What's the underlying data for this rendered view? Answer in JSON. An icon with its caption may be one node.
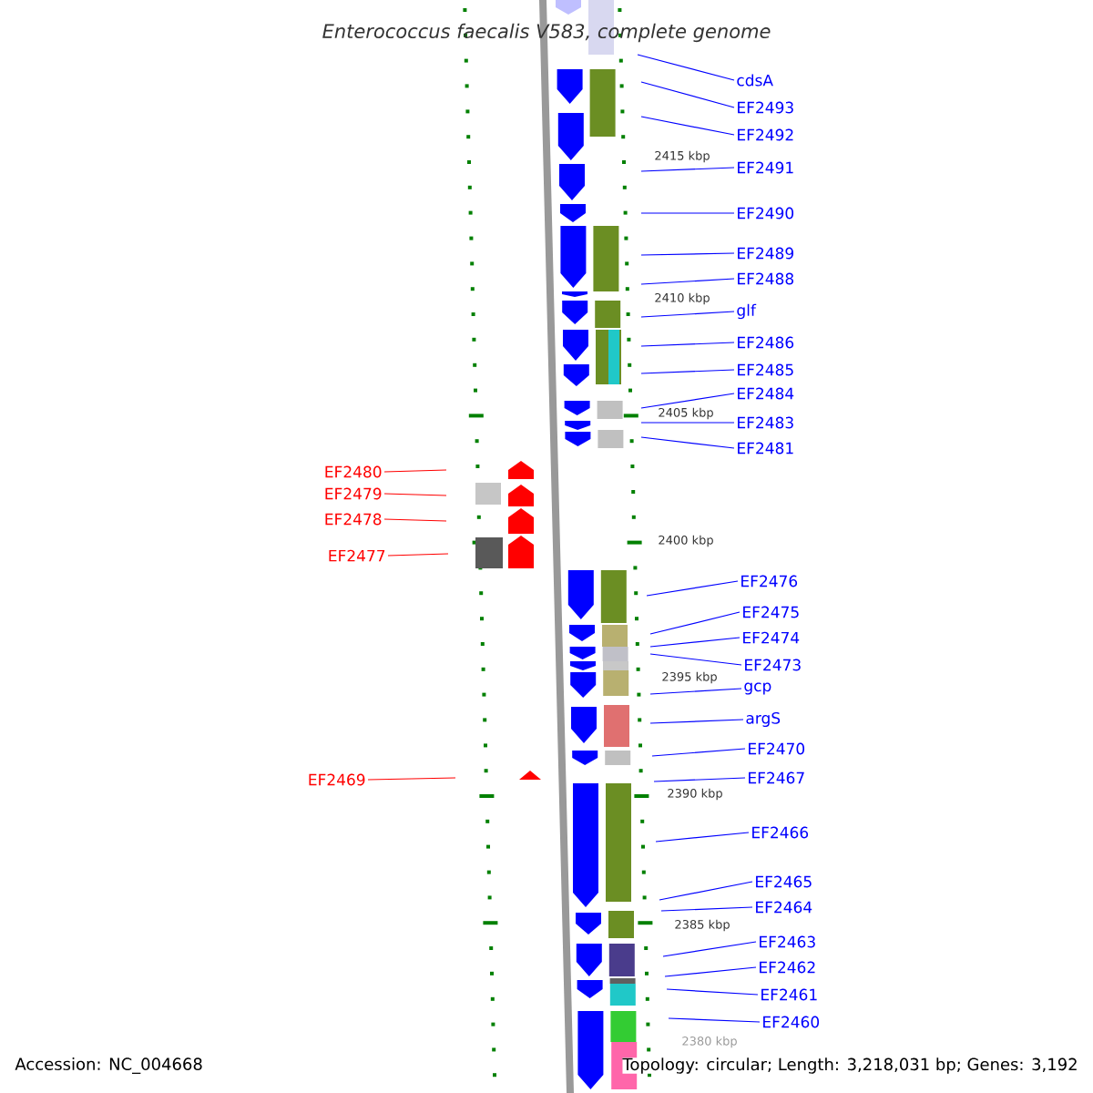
{
  "diagram": {
    "title": "Enterococcus faecalis V583, complete genome",
    "nodes": [
      {
        "text": [
          "cdsA"
        ]
      },
      {
        "text": [
          "EF2493"
        ]
      },
      {
        "text": [
          "EF2492"
        ]
      },
      {
        "text": [
          "EF2491"
        ]
      },
      {
        "text": [
          "EF2490"
        ]
      },
      {
        "text": [
          "EF2489"
        ]
      },
      {
        "text": [
          "EF2488"
        ]
      },
      {
        "text": [
          "glf"
        ]
      },
      {
        "text": [
          "EF2486"
        ]
      },
      {
        "text": [
          "EF2485"
        ]
      },
      {
        "text": [
          "EF2484"
        ]
      },
      {
        "text": [
          "EF2483"
        ]
      },
      {
        "text": [
          "EF2481"
        ]
      },
      {
        "text": [
          "EF2480"
        ]
      },
      {
        "text": [
          "EF2479"
        ]
      },
      {
        "text": [
          "EF2478"
        ]
      },
      {
        "text": [
          "EF2477"
        ]
      },
      {
        "text": [
          "EF2476"
        ]
      },
      {
        "text": [
          "EF2475"
        ]
      },
      {
        "text": [
          "EF2474"
        ]
      },
      {
        "text": [
          "EF2473"
        ]
      },
      {
        "text": [
          "gcp"
        ]
      },
      {
        "text": [
          "argS"
        ]
      },
      {
        "text": [
          "EF2470"
        ]
      },
      {
        "text": [
          "EF2467"
        ]
      },
      {
        "text": [
          "EF2469"
        ]
      },
      {
        "text": [
          "EF2466"
        ]
      },
      {
        "text": [
          "EF2465"
        ]
      },
      {
        "text": [
          "EF2464"
        ]
      },
      {
        "text": [
          "EF2463"
        ]
      },
      {
        "text": [
          "EF2462"
        ]
      },
      {
        "text": [
          "EF2461"
        ]
      },
      {
        "text": [
          "EF2460"
        ]
      }
    ],
    "edges": [
      {
        "from": 0,
        "to": null,
        "arrow": "none"
      },
      {
        "from": 1,
        "to": null,
        "arrow": "none"
      },
      {
        "from": 2,
        "to": null,
        "arrow": "none"
      },
      {
        "from": 3,
        "to": null,
        "arrow": "none"
      },
      {
        "from": 4,
        "to": null,
        "arrow": "none"
      },
      {
        "from": 5,
        "to": null,
        "arrow": "none"
      },
      {
        "from": 6,
        "to": null,
        "arrow": "none"
      },
      {
        "from": 7,
        "to": null,
        "arrow": "none"
      },
      {
        "from": 8,
        "to": null,
        "arrow": "none"
      },
      {
        "from": 9,
        "to": null,
        "arrow": "none"
      },
      {
        "from": 10,
        "to": null,
        "arrow": "none"
      },
      {
        "from": 11,
        "to": null,
        "arrow": "none"
      },
      {
        "from": 12,
        "to": null,
        "arrow": "none"
      },
      {
        "from": 13,
        "to": null,
        "arrow": "none",
        "color": "#ff0000"
      },
      {
        "from": 14,
        "to": null,
        "arrow": "none",
        "color": "#ff0000"
      },
      {
        "from": 15,
        "to": null,
        "arrow": "none",
        "color": "#ff0000"
      },
      {
        "from": 16,
        "to": null,
        "arrow": "none",
        "color": "#ff0000"
      },
      {
        "from": 17,
        "to": null,
        "arrow": "none"
      },
      {
        "from": 18,
        "to": null,
        "arrow": "none"
      },
      {
        "from": 19,
        "to": null,
        "arrow": "none"
      },
      {
        "from": 20,
        "to": null,
        "arrow": "none"
      },
      {
        "from": 21,
        "to": null,
        "arrow": "none"
      },
      {
        "from": 22,
        "to": null,
        "arrow": "none"
      },
      {
        "from": 23,
        "to": null,
        "arrow": "none"
      },
      {
        "from": 24,
        "to": null,
        "arrow": "none"
      },
      {
        "from": 25,
        "to": null,
        "arrow": "none",
        "color": "#ff0000"
      },
      {
        "from": 26,
        "to": null,
        "arrow": "none"
      },
      {
        "from": 27,
        "to": null,
        "arrow": "none"
      },
      {
        "from": 28,
        "to": null,
        "arrow": "none"
      },
      {
        "from": 29,
        "to": null,
        "arrow": "none"
      },
      {
        "from": 30,
        "to": null,
        "arrow": "none"
      },
      {
        "from": 31,
        "to": null,
        "arrow": "none"
      },
      {
        "from": 32,
        "to": null,
        "arrow": "none"
      }
    ],
    "labels": [
      "2415 kbp",
      "2410 kbp",
      "2405 kbp",
      "2400 kbp",
      "2395 kbp",
      "2390 kbp",
      "2385 kbp",
      "2380 kbp",
      "Accession: NC_004668",
      "Topology: circular; Length: 3,218,031 bp; Genes: 3,192"
    ]
  }
}
